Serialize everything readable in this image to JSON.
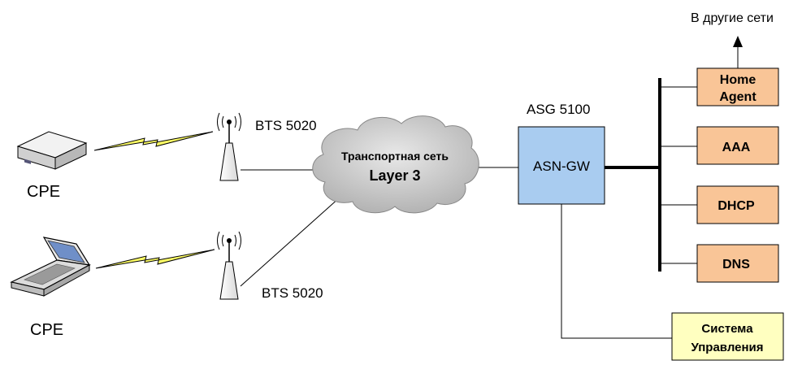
{
  "labels": {
    "other_networks": "В другие сети",
    "asg": "ASG 5100",
    "bts_top": "BTS 5020",
    "bts_bottom": "BTS 5020",
    "cpe_top": "CPE",
    "cpe_bottom": "CPE"
  },
  "cloud": {
    "line1": "Транспортная сеть",
    "line2": "Layer 3"
  },
  "gateway": {
    "label": "ASN-GW"
  },
  "servers": {
    "home_agent_line1": "Home",
    "home_agent_line2": "Agent",
    "aaa": "AAA",
    "dhcp": "DHCP",
    "dns": "DNS"
  },
  "management": {
    "line1": "Система",
    "line2": "Управления"
  },
  "colors": {
    "server_fill": "#f9c597",
    "gateway_fill": "#a9ccf0",
    "management_fill": "#ffffc0",
    "lightning_fill": "#ffff66",
    "cloud_fill": "#c8c8c8"
  },
  "icons": [
    "modem-icon",
    "laptop-icon",
    "antenna-icon",
    "cloud-icon",
    "lightning-icon"
  ]
}
